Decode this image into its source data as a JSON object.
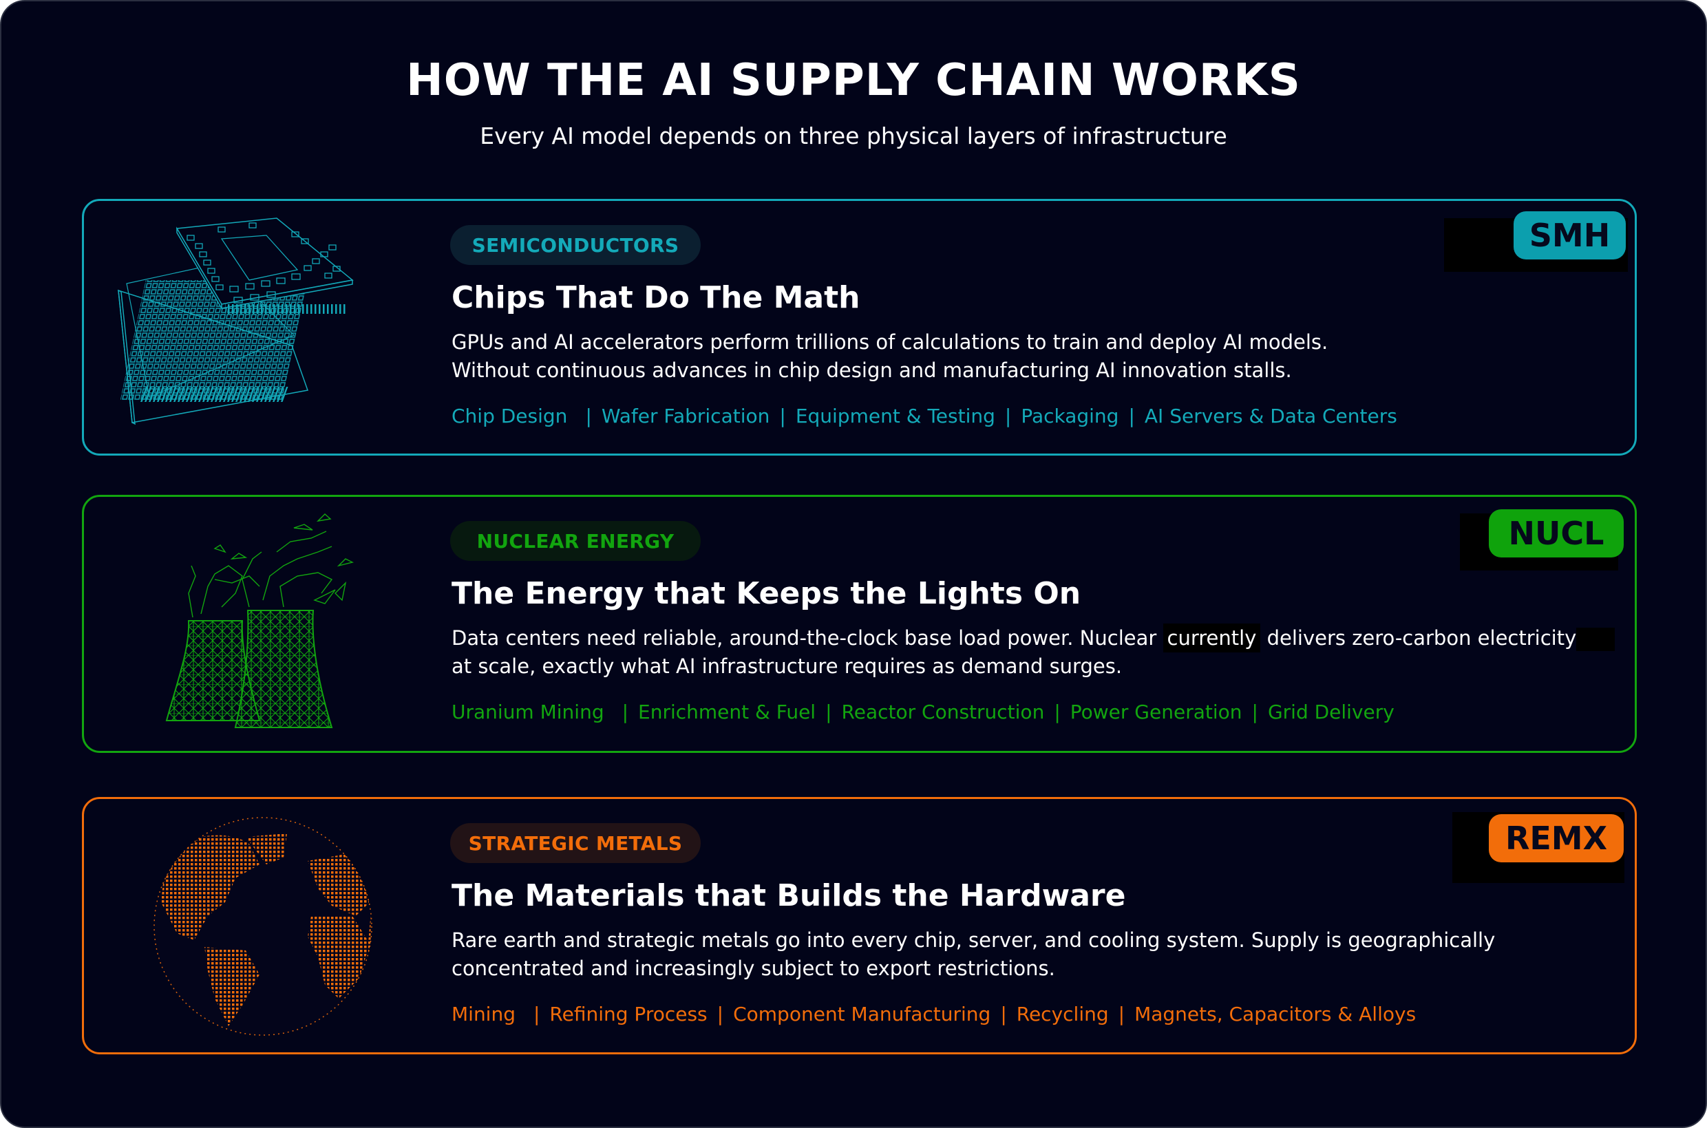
{
  "header": {
    "title": "HOW THE AI SUPPLY CHAIN WORKS",
    "subtitle": "Every AI model depends on three physical layers of infrastructure"
  },
  "colors": {
    "background": "#020419",
    "semiconductors": "#13a9b9",
    "nuclear": "#12a50f",
    "metals": "#f26d0a",
    "text": "#ffffff"
  },
  "cards": [
    {
      "id": "semiconductors",
      "illustration": "microchip-wireframe-icon",
      "tag": "SEMICONDUCTORS",
      "heading": "Chips That Do The Math",
      "body_lines": [
        "GPUs and AI accelerators perform trillions of calculations to train and deploy AI models.",
        "Without continuous advances in chip design and manufacturing AI innovation stalls."
      ],
      "chain": [
        "Chip Design",
        "Wafer Fabrication",
        "Equipment & Testing",
        "Packaging",
        "AI Servers & Data Centers"
      ],
      "ticker": "SMH"
    },
    {
      "id": "nuclear",
      "illustration": "cooling-towers-wireframe-icon",
      "tag": "NUCLEAR ENERGY",
      "heading": "The Energy that Keeps the Lights On",
      "body_parts": {
        "before": "Data centers need reliable, around-the-clock base load power. Nuclear ",
        "highlight": "currently",
        "after": " delivers zero-carbon electricity",
        "line2": "at scale, exactly what AI infrastructure requires as demand surges."
      },
      "chain": [
        "Uranium Mining",
        "Enrichment & Fuel",
        "Reactor Construction",
        "Power Generation",
        "Grid Delivery"
      ],
      "ticker": "NUCL"
    },
    {
      "id": "metals",
      "illustration": "globe-dotted-icon",
      "tag": "STRATEGIC METALS",
      "heading": "The Materials that Builds the Hardware",
      "body_lines": [
        "Rare earth and strategic metals go into every chip, server, and cooling system. Supply is geographically",
        "concentrated and increasingly subject to export restrictions."
      ],
      "chain": [
        "Mining",
        "Refining Process",
        "Component Manufacturing",
        "Recycling",
        "Magnets, Capacitors & Alloys"
      ],
      "ticker": "REMX"
    }
  ],
  "chain_separator": "|"
}
